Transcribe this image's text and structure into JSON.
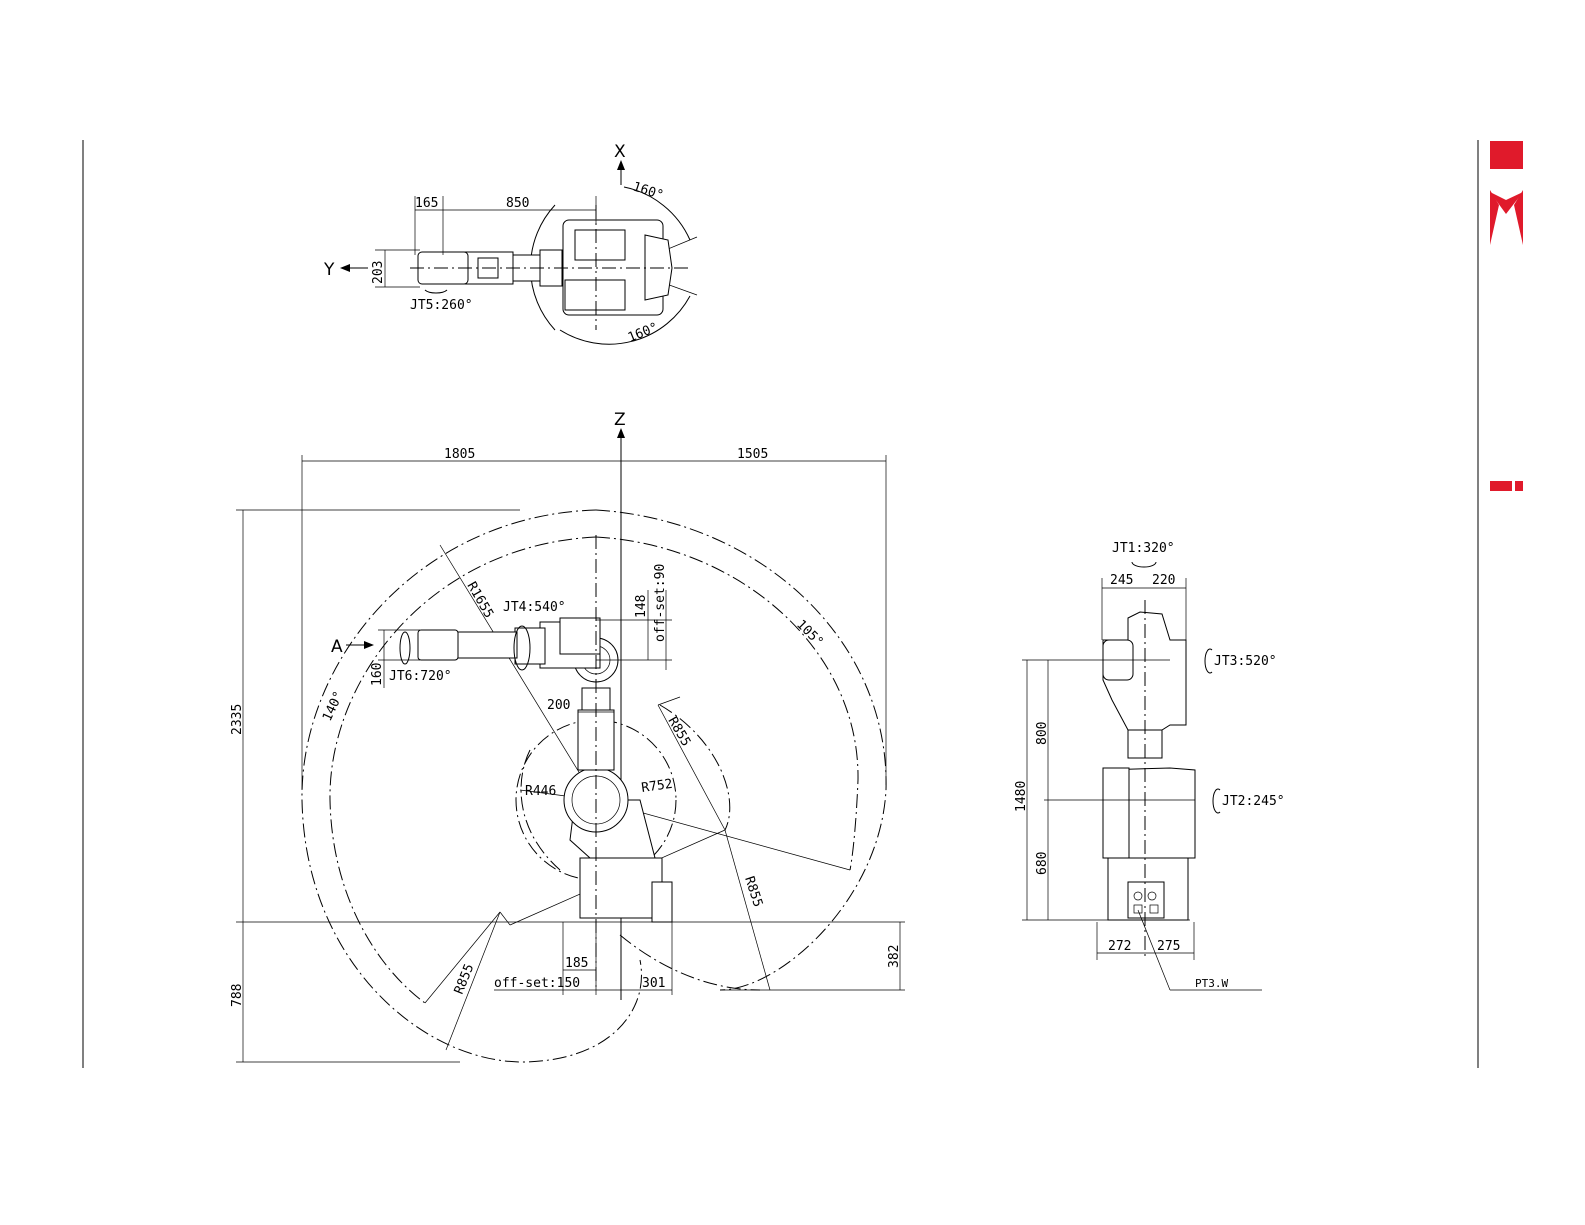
{
  "axes": {
    "x": "X",
    "y": "Y",
    "z": "Z",
    "a": "A"
  },
  "top_view": {
    "dim_165": "165",
    "dim_850": "850",
    "dim_203": "203",
    "jt5": "JT5:260°",
    "angle_top": "160°",
    "angle_bottom": "160°"
  },
  "side_view": {
    "dim_1805": "1805",
    "dim_1505": "1505",
    "dim_2335": "2335",
    "dim_788": "788",
    "dim_382": "382",
    "dim_148": "148",
    "offset_90": "off-set:90",
    "dim_160": "160",
    "dim_200": "200",
    "dim_185": "185",
    "offset_150": "off-set:150",
    "dim_301": "301",
    "r1655": "R1655",
    "r855_a": "R855",
    "r855_b": "R855",
    "r855_c": "R855",
    "r446": "R446",
    "r752": "R752",
    "jt4": "JT4:540°",
    "jt6": "JT6:720°",
    "angle_140": "140°",
    "angle_105": "105°"
  },
  "front_view": {
    "jt1": "JT1:320°",
    "jt2": "JT2:245°",
    "jt3": "JT3:520°",
    "dim_245": "245",
    "dim_220": "220",
    "dim_800": "800",
    "dim_1480": "1480",
    "dim_680": "680",
    "dim_272": "272",
    "dim_275": "275",
    "pt3w": "PT3.W"
  },
  "colors": {
    "logo": "#e01a2b",
    "line": "#000000"
  }
}
